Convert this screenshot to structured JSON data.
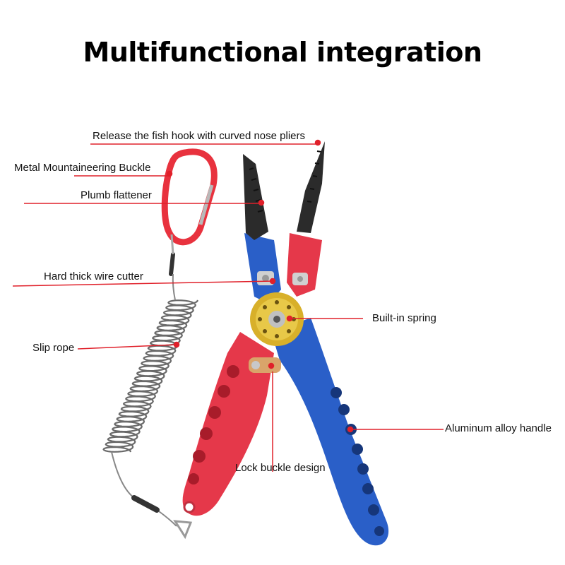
{
  "title": "Multifunctional integration",
  "colors": {
    "leader_line": "#e0202a",
    "handle_red": "#e5384a",
    "handle_blue": "#2a5fc8",
    "jaw_black": "#2b2b2b",
    "pivot_gold": "#d8b02a",
    "carabiner_red": "#e8323e",
    "coil_gray": "#6a6a6a"
  },
  "callouts": {
    "curved_nose": "Release the fish hook with curved nose pliers",
    "buckle": "Metal Mountaineering Buckle",
    "flattener": "Plumb flattener",
    "wire_cutter": "Hard thick wire cutter",
    "slip_rope": "Slip rope",
    "spring": "Built-in spring",
    "handle": "Aluminum alloy handle",
    "lock": "Lock buckle design"
  }
}
